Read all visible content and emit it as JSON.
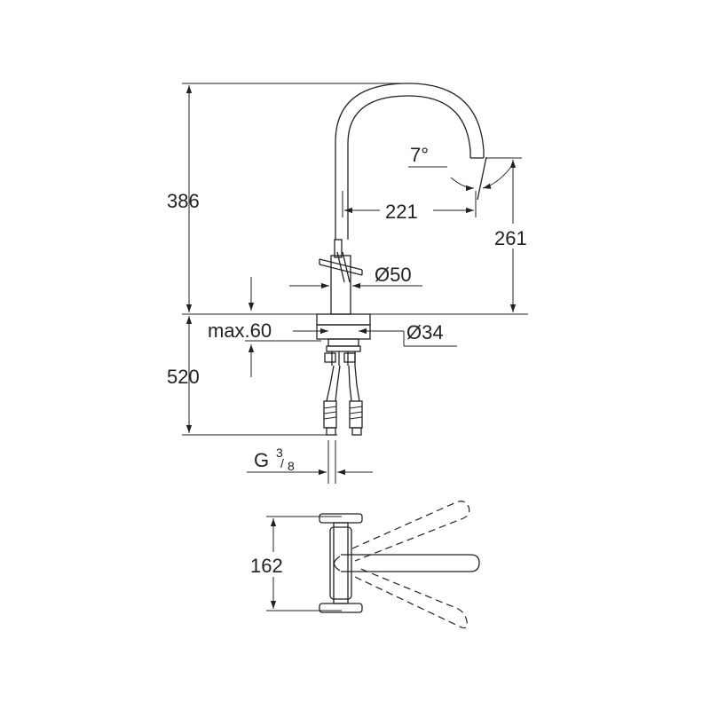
{
  "dimensions": {
    "height_above_deck": "386",
    "spout_reach": "221",
    "spout_height": "261",
    "swivel_angle": "7°",
    "body_diameter": "Ø50",
    "mount_hole_diameter": "Ø34",
    "max_deck_thickness": "max.60",
    "hose_length": "520",
    "connection_thread_prefix": "G",
    "connection_thread_numerator": "3",
    "connection_thread_denominator": "8",
    "handle_span": "162"
  },
  "colors": {
    "line": "#222222",
    "background": "#ffffff"
  }
}
